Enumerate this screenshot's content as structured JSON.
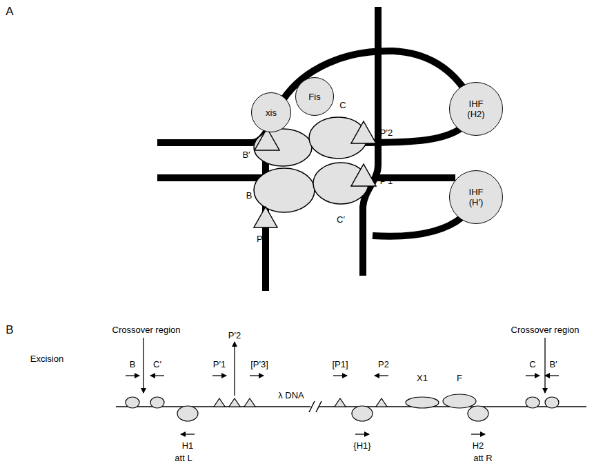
{
  "diagram": {
    "nodes": [
      {
        "text": [
          "xis"
        ]
      },
      {
        "text": [
          "Fis"
        ]
      },
      {
        "text": [
          "IHF (H2)"
        ]
      },
      {
        "text": [
          "IHF (H′)"
        ]
      }
    ],
    "labels": [
      "A",
      "C",
      "B′",
      "P′2",
      "B",
      "C′",
      "P′1",
      "P2",
      "B",
      "Excision",
      "Crossover region",
      "B",
      "C′",
      "P′1",
      "P′2",
      "[P′3]",
      "λ DNA",
      "H1",
      "att L",
      "Crossover region",
      "[P1]",
      "P2",
      "X1",
      "F",
      "C",
      "B′",
      "{H1}",
      "H2",
      "att R"
    ]
  }
}
